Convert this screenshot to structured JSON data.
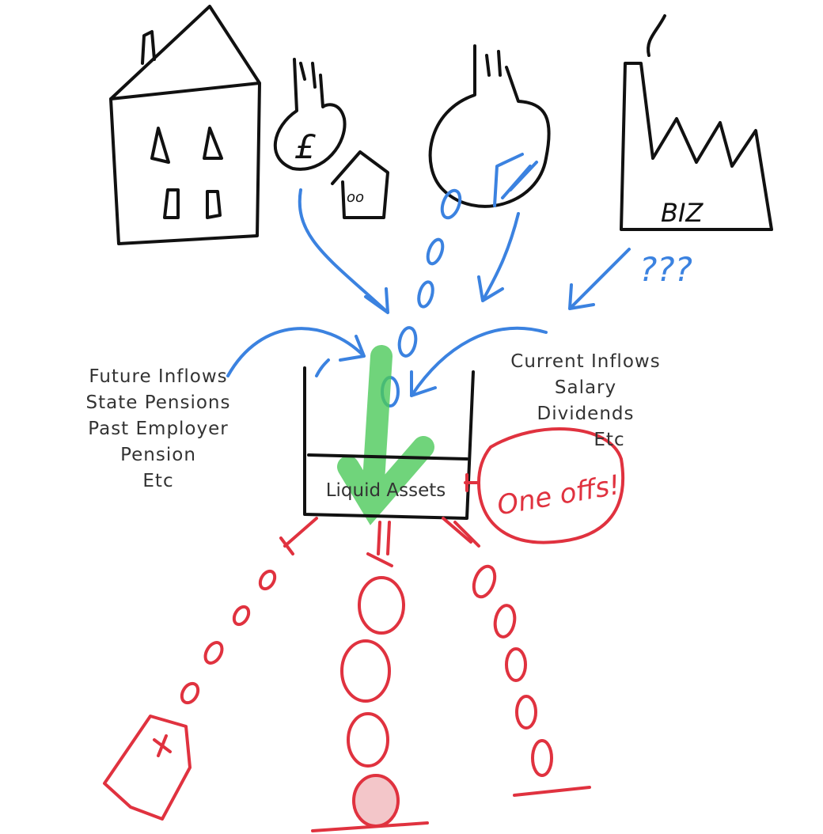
{
  "left_label": {
    "lines": [
      "Future Inflows",
      "State Pensions",
      "Past Employer",
      "Pension",
      "Etc"
    ]
  },
  "right_label": {
    "lines": [
      "Current Inflows",
      "Salary",
      "Dividends",
      "Etc"
    ]
  },
  "bucket_label": "Liquid Assets",
  "handwritten": {
    "pound_sign": "£",
    "house_mark": "oo",
    "business": "BIZ",
    "question_marks": "???",
    "callout": "One offs!"
  },
  "colors": {
    "inflow": "#3b82e0",
    "outflow": "#e0323f",
    "growth": "#4cc95a",
    "ink": "#111111"
  }
}
